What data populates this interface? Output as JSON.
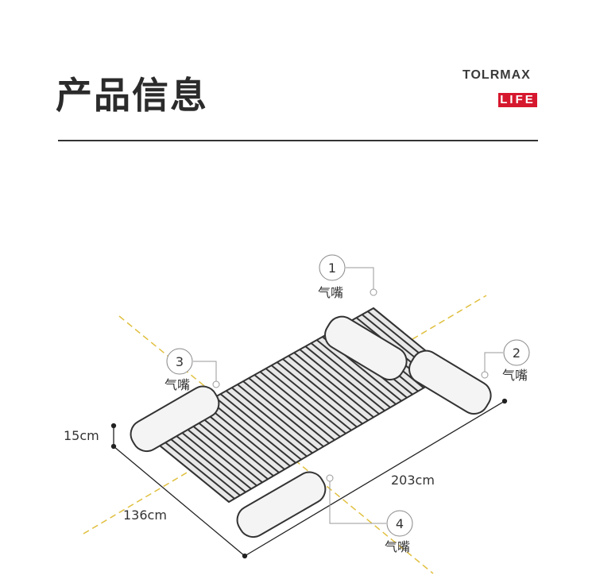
{
  "header": {
    "title": "产品信息",
    "brand": "TOLRMAX",
    "sub_brand": "LIFE"
  },
  "colors": {
    "accent": "#d6182e",
    "guide": "#e0c040",
    "outline": "#333333"
  },
  "diagram": {
    "callouts": [
      {
        "number": "1",
        "label": "气嘴"
      },
      {
        "number": "2",
        "label": "气嘴"
      },
      {
        "number": "3",
        "label": "气嘴"
      },
      {
        "number": "4",
        "label": "气嘴"
      }
    ],
    "dimensions": {
      "height": "15cm",
      "width": "136cm",
      "length": "203cm"
    }
  }
}
